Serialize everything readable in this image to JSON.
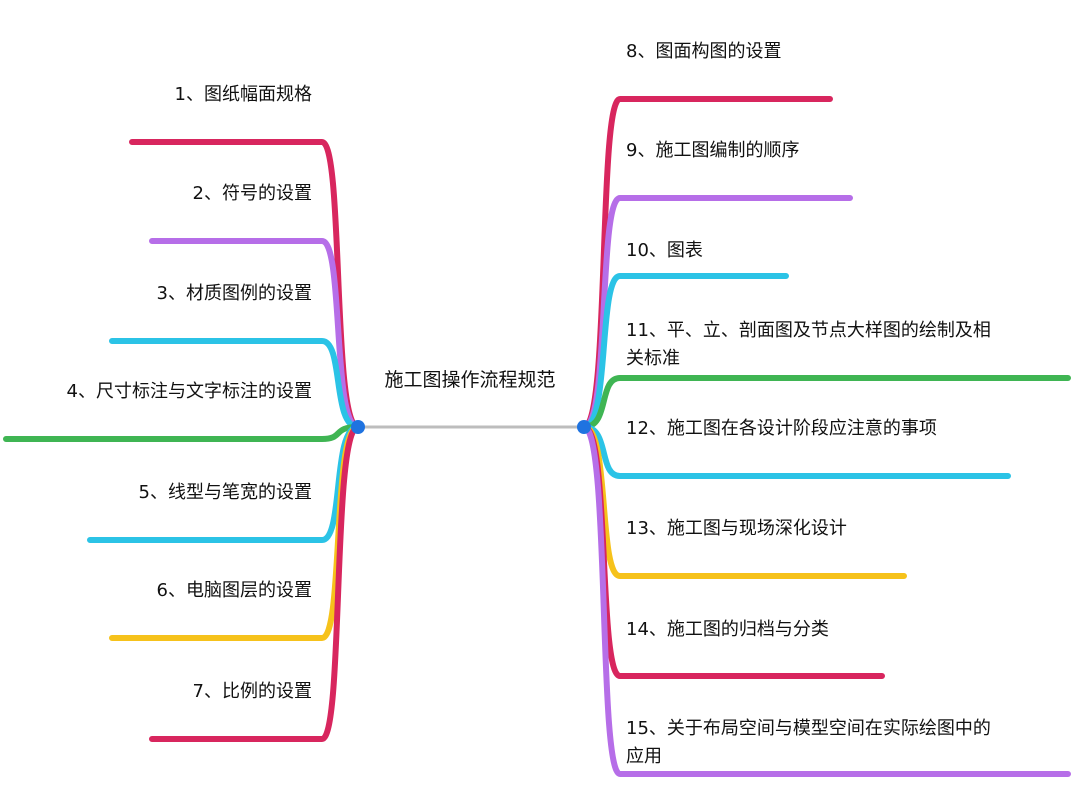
{
  "central_topic": "施工图操作流程规范",
  "colors": {
    "crimson": "#d8265e",
    "purple": "#b66ee8",
    "cyan": "#2bc3e6",
    "green": "#3fb553",
    "yellow": "#f6c21b",
    "connector": "#bdbdbd",
    "node": "#1f73e0"
  },
  "left_branches": [
    {
      "lines": [
        "1、图纸幅面规格"
      ],
      "color": "crimson"
    },
    {
      "lines": [
        "2、符号的设置"
      ],
      "color": "purple"
    },
    {
      "lines": [
        "3、材质图例的设置"
      ],
      "color": "cyan"
    },
    {
      "lines": [
        "4、尺寸标注与文字标注的设置"
      ],
      "color": "green"
    },
    {
      "lines": [
        "5、线型与笔宽的设置"
      ],
      "color": "cyan"
    },
    {
      "lines": [
        "6、电脑图层的设置"
      ],
      "color": "yellow"
    },
    {
      "lines": [
        "7、比例的设置"
      ],
      "color": "crimson"
    }
  ],
  "right_branches": [
    {
      "lines": [
        "8、图面构图的设置"
      ],
      "color": "crimson"
    },
    {
      "lines": [
        "9、施工图编制的顺序"
      ],
      "color": "purple"
    },
    {
      "lines": [
        "10、图表"
      ],
      "color": "cyan"
    },
    {
      "lines": [
        "11、平、立、剖面图及节点大样图的绘制及相",
        "关标准"
      ],
      "color": "green"
    },
    {
      "lines": [
        "12、施工图在各设计阶段应注意的事项"
      ],
      "color": "cyan"
    },
    {
      "lines": [
        "13、施工图与现场深化设计"
      ],
      "color": "yellow"
    },
    {
      "lines": [
        "14、施工图的归档与分类"
      ],
      "color": "crimson"
    },
    {
      "lines": [
        "15、关于布局空间与模型空间在实际绘图中的",
        "应用"
      ],
      "color": "purple"
    }
  ]
}
